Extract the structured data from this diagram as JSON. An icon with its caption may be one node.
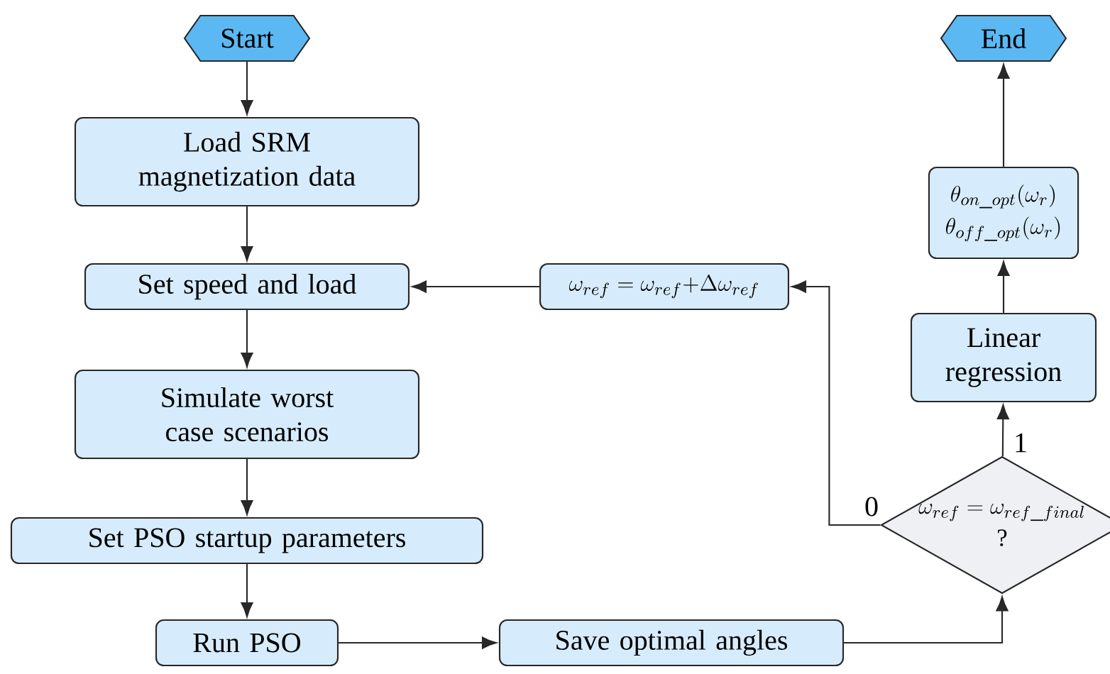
{
  "diagram": {
    "nodes": [
      {
        "text": [
          "Start"
        ]
      },
      {
        "text": [
          "Load SRM magnetization data"
        ]
      },
      {
        "text": [
          "Set speed and load"
        ]
      },
      {
        "text": [
          "Simulate worst case scenarios"
        ]
      },
      {
        "text": [
          "Set PSO startup parameters"
        ]
      },
      {
        "text": [
          "Run PSO"
        ]
      },
      {
        "text": [
          "Save optimal angles"
        ]
      },
      {
        "text": [
          "\\omega_{ref}=\\omega_{ref\\_final}",
          "?"
        ]
      },
      {
        "text": [
          "Linear regression"
        ]
      },
      {
        "text": [
          "\\theta_{on\\_opt}(\\omega_r)",
          "\\theta_{off\\_opt}(\\omega_r)"
        ]
      },
      {
        "text": [
          "End"
        ]
      },
      {
        "text": [
          "\\omega_{ref}=\\omega_{ref}{+}\\Delta\\omega_{ref}"
        ]
      }
    ],
    "edges": [
      {
        "from": 0,
        "to": 1,
        "arrow": "to"
      },
      {
        "from": 1,
        "to": 2,
        "arrow": "to"
      },
      {
        "from": 2,
        "to": 3,
        "arrow": "to"
      },
      {
        "from": 3,
        "to": 4,
        "arrow": "to"
      },
      {
        "from": 4,
        "to": 5,
        "arrow": "to"
      },
      {
        "from": 5,
        "to": 6,
        "arrow": "to"
      },
      {
        "from": 6,
        "to": 7,
        "arrow": "to"
      },
      {
        "from": 7,
        "to": 8,
        "arrow": "to",
        "label": "1"
      },
      {
        "from": 8,
        "to": 9,
        "arrow": "to"
      },
      {
        "from": 9,
        "to": 10,
        "arrow": "to"
      },
      {
        "from": 7,
        "to": 11,
        "arrow": "to",
        "label": "0"
      },
      {
        "from": 11,
        "to": 2,
        "arrow": "to"
      }
    ]
  }
}
